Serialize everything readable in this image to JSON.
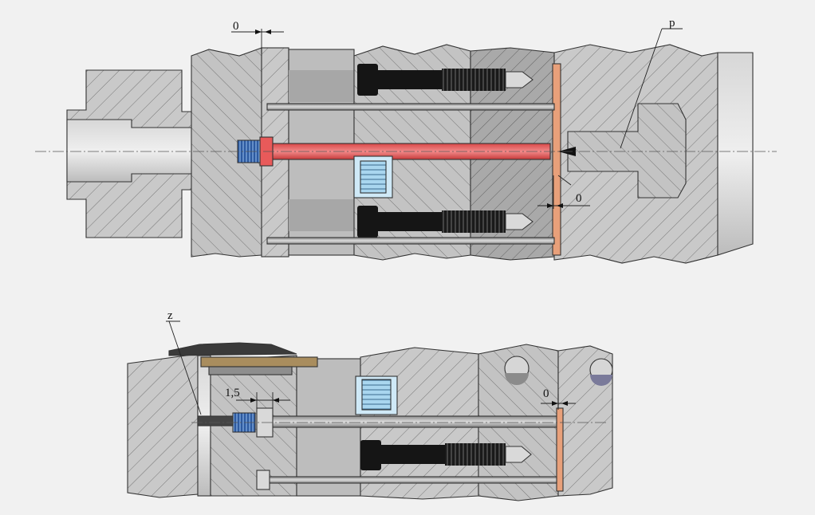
{
  "labels": {
    "top_gap_left": "0",
    "top_p": "p",
    "top_gap_right": "0",
    "bottom_z": "z",
    "bottom_gap_15": "1,5",
    "bottom_gap_right": "0"
  },
  "colors": {
    "background": "#f1f1f1",
    "steel_light": "#c9c9c9",
    "steel_mid": "#b0b0b0",
    "steel_dark": "#8e8e8e",
    "ejector_pin_red": "#e85a5a",
    "spring_blue": "#a9d6ef",
    "thread_blue": "#3e6fb6",
    "copper_shim": "#e8a07a",
    "bronze_plate": "#a98d5e",
    "bolt_black": "#151515"
  }
}
